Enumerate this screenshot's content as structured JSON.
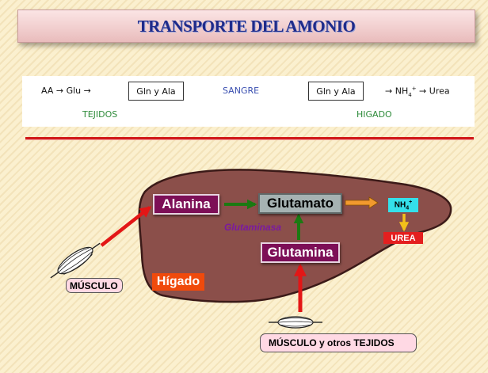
{
  "title": "TRANSPORTE DEL AMONIO",
  "summary": {
    "left_formula": "AA → Glu →",
    "box_left": "Gln y Ala",
    "blood": "SANGRE",
    "box_right": "Gln y Ala",
    "right_formula_prefix": "→ NH",
    "right_formula_sub": "4",
    "right_formula_sup": "+",
    "right_formula_suffix": " → Urea",
    "tissues_label": "TEJIDOS",
    "liver_label": "HIGADO"
  },
  "diagram": {
    "alanina": "Alanina",
    "glutamato": "Glutamato",
    "glutamina": "Glutamina",
    "glutaminasa": "Glutaminasa",
    "nh4_base": "NH",
    "nh4_sub": "4",
    "nh4_sup": "+",
    "urea": "UREA",
    "higado": "Hígado",
    "musculo": "MÚSCULO",
    "musculo_otros": "MÚSCULO y otros TEJIDOS"
  },
  "colors": {
    "title_text": "#1f2b8a",
    "liver": "#8b4f4a",
    "purple_node": "#7d0f57",
    "gray_node": "#a6b2b2",
    "green_arrow": "#1b7a12",
    "red_arrow": "#e31616",
    "nh4_box": "#34e0ea",
    "urea_box": "#e41f1f",
    "higado_label": "#f04a0c",
    "orange_arrow": "#f29a2e",
    "pink_pill": "#ffd9e4"
  }
}
